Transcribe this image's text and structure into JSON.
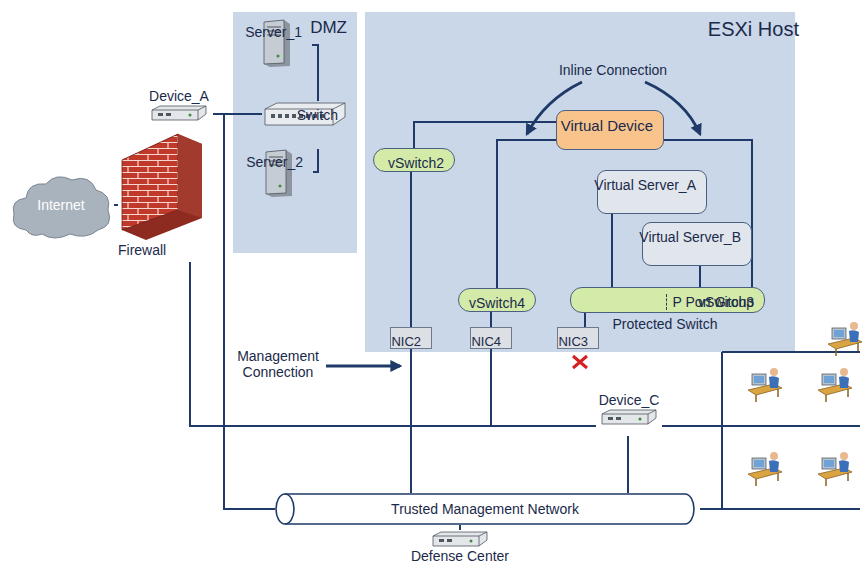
{
  "diagram": {
    "nodes": [
      {
        "text": [
          "DMZ"
        ]
      },
      {
        "text": [
          "Server_1"
        ],
        "in": 0
      },
      {
        "text": [
          "Switch"
        ],
        "in": 0
      },
      {
        "text": [
          "Server_2"
        ],
        "in": 0
      },
      {
        "text": [
          "ESXi Host"
        ]
      },
      {
        "text": [
          "Virtual Device"
        ],
        "in": 4
      },
      {
        "text": [
          "vSwitch2"
        ],
        "in": 4
      },
      {
        "text": [
          "Virtual Server_A"
        ],
        "in": 4
      },
      {
        "text": [
          "Virtual Server_B"
        ],
        "in": 4
      },
      {
        "text": [
          "vSwitch4"
        ],
        "in": 4
      },
      {
        "text": [
          "vSwitch3",
          "P Port Group"
        ],
        "in": 4
      },
      {
        "text": [
          "NIC2"
        ],
        "in": 4
      },
      {
        "text": [
          "NIC4"
        ],
        "in": 4
      },
      {
        "text": [
          "NIC3"
        ],
        "in": 4
      },
      {
        "text": [
          "Device_A"
        ]
      },
      {
        "text": [
          "Internet"
        ]
      },
      {
        "text": [
          "Firewall"
        ]
      },
      {
        "text": [
          "Device_C"
        ]
      },
      {
        "text": [
          "Trusted Management Network"
        ]
      },
      {
        "text": [
          "Defense Center"
        ]
      }
    ],
    "edges": [
      {
        "from": 15,
        "to": 16,
        "arrow": "none"
      },
      {
        "from": 14,
        "to": 2,
        "arrow": "none"
      },
      {
        "from": 2,
        "to": 1,
        "arrow": "none"
      },
      {
        "from": 2,
        "to": 3,
        "arrow": "none"
      },
      {
        "from": 6,
        "to": 5,
        "arrow": "none"
      },
      {
        "from": 5,
        "to": 9,
        "arrow": "none"
      },
      {
        "from": 5,
        "to": 10,
        "arrow": "none"
      },
      {
        "from": 7,
        "to": 10,
        "arrow": "none"
      },
      {
        "from": 8,
        "to": 10,
        "arrow": "none"
      },
      {
        "from": 6,
        "to": 11,
        "arrow": "none"
      },
      {
        "from": 9,
        "to": 12,
        "arrow": "none"
      },
      {
        "from": 10,
        "to": 13,
        "arrow": "none"
      },
      {
        "from": 11,
        "to": 18,
        "arrow": "none"
      },
      {
        "from": 12,
        "to": 17,
        "arrow": "none"
      },
      {
        "from": 16,
        "to": 17,
        "arrow": "none"
      },
      {
        "from": 14,
        "to": 18,
        "arrow": "none"
      },
      {
        "from": 17,
        "to": 18,
        "arrow": "none"
      },
      {
        "from": 19,
        "to": 18,
        "arrow": "none"
      }
    ],
    "labels": [
      "Inline Connection",
      "Management Connection",
      "Protected Switch"
    ]
  }
}
